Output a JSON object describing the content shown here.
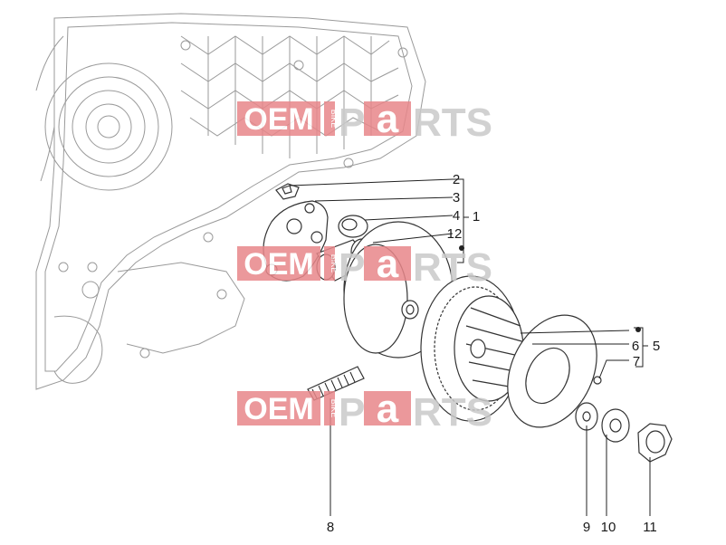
{
  "callouts": {
    "c1": "1",
    "c2": "2",
    "c3": "3",
    "c4": "4",
    "c5": "5",
    "c6": "6",
    "c7": "7",
    "c8": "8",
    "c9": "9",
    "c10": "10",
    "c11": "11",
    "c12": "12"
  },
  "watermark": {
    "oem": "OEM",
    "bike": "BIKE",
    "p": "P",
    "a": "a",
    "rts": "RTS"
  },
  "colors": {
    "watermark_red": "#e8878a",
    "watermark_gray": "#c9c9c9",
    "line": "#333333",
    "case": "#9a9a9a"
  }
}
